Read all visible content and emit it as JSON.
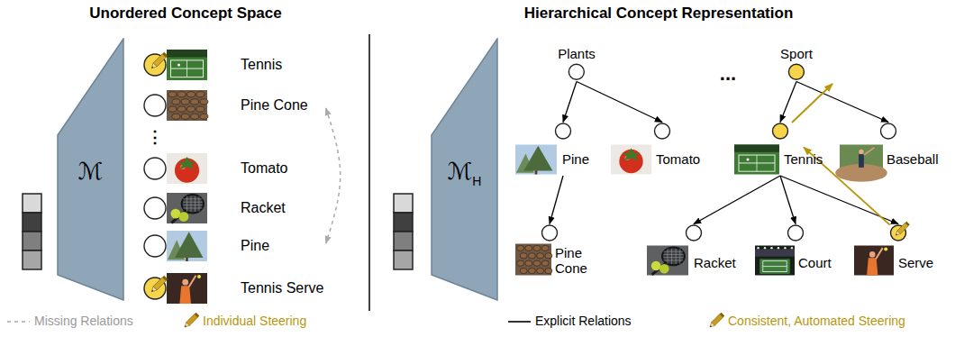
{
  "diagram": {
    "nodes": [
      {
        "text": [
          "ℳ"
        ]
      },
      {
        "text": [
          "Tennis"
        ]
      },
      {
        "text": [
          "Pine Cone"
        ]
      },
      {
        "text": [
          "Tomato"
        ]
      },
      {
        "text": [
          "Racket"
        ]
      },
      {
        "text": [
          "Pine"
        ]
      },
      {
        "text": [
          "Tennis Serve"
        ]
      },
      {
        "text": [
          "ℳ",
          "H"
        ]
      },
      {
        "text": [
          "Plants"
        ]
      },
      {
        "text": [
          "Sport"
        ]
      },
      {
        "text": [
          "Pine"
        ]
      },
      {
        "text": [
          "Tomato"
        ]
      },
      {
        "text": [
          "Tennis"
        ]
      },
      {
        "text": [
          "Baseball"
        ]
      },
      {
        "text": [
          "Pine Cone"
        ]
      },
      {
        "text": [
          "Racket"
        ]
      },
      {
        "text": [
          "Court"
        ]
      },
      {
        "text": [
          "Serve"
        ]
      }
    ],
    "edges": [
      {
        "from": 2,
        "to": 5,
        "arrow": "both"
      },
      {
        "from": 8,
        "to": 10,
        "arrow": "to"
      },
      {
        "from": 8,
        "to": 11,
        "arrow": "to"
      },
      {
        "from": 10,
        "to": 14,
        "arrow": "to"
      },
      {
        "from": 9,
        "to": 12,
        "arrow": "to"
      },
      {
        "from": 9,
        "to": 13,
        "arrow": "to"
      },
      {
        "from": 12,
        "to": 15,
        "arrow": "to"
      },
      {
        "from": 12,
        "to": 16,
        "arrow": "to"
      },
      {
        "from": 12,
        "to": 17,
        "arrow": "to"
      },
      {
        "from": 17,
        "to": 12,
        "arrow": "to"
      },
      {
        "from": 12,
        "to": 9,
        "arrow": "to"
      }
    ],
    "labels": [
      "Unordered Concept Space",
      "Hierarchical Concept Representation",
      "⋮",
      "..."
    ],
    "legend": [
      {
        "text": "Missing Relations"
      },
      {
        "text": "Individual Steering"
      },
      {
        "text": "Explicit Relations"
      },
      {
        "text": "Consistent, Automated Steering"
      }
    ]
  }
}
